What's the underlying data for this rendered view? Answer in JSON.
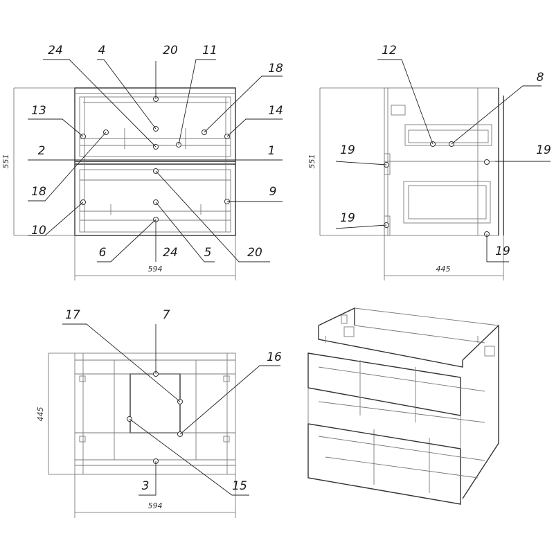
{
  "dimensions": {
    "front_height": "551",
    "front_width": "594",
    "side_height": "551",
    "side_depth": "445",
    "top_depth": "445",
    "top_width": "594"
  },
  "callouts": {
    "front": [
      "24",
      "4",
      "20",
      "11",
      "18",
      "13",
      "14",
      "2",
      "1",
      "18",
      "9",
      "10",
      "6",
      "24",
      "5",
      "20"
    ],
    "side": [
      "12",
      "8",
      "19",
      "19",
      "19",
      "19"
    ],
    "top": [
      "17",
      "7",
      "16",
      "3",
      "15"
    ]
  },
  "colors": {
    "line": "#7a7a7a",
    "ink": "#1a1a1a",
    "background": "#ffffff"
  }
}
